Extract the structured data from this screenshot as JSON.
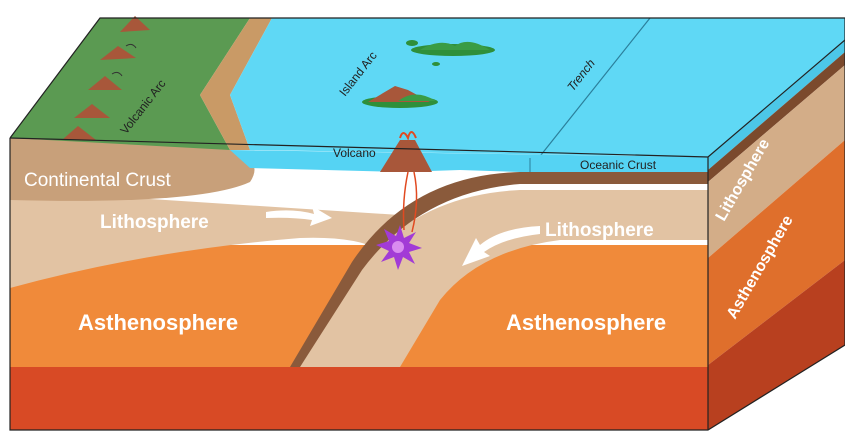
{
  "labels": {
    "continental_crust": "Continental Crust",
    "lithosphere_left": "Lithosphere",
    "lithosphere_right": "Lithosphere",
    "asthenosphere_left": "Asthenosphere",
    "asthenosphere_right": "Asthenosphere",
    "volcano": "Volcano",
    "oceanic_crust": "Oceanic Crust",
    "island_arc": "Island Arc",
    "trench": "Trench",
    "volcanic_arc": "Volcanic Arc",
    "side_lithosphere": "Lithosphere",
    "side_asthenosphere": "Asthenosphere"
  },
  "colors": {
    "ocean_top": "#5fd8f5",
    "ocean_front": "#55d3f3",
    "land": "#5b9a52",
    "beach": "#c99a66",
    "continental_crust": "#c8a07a",
    "lithosphere": "#e2c3a3",
    "oceanic_crust": "#8a5a3b",
    "asthenosphere": "#f08a3a",
    "deep_mantle": "#d84a25",
    "side_lithosphere": "#d3ad88",
    "side_asthenosphere": "#df6f2c",
    "side_mantle": "#b8401f",
    "earthquake_focus": "#a23bd6"
  }
}
